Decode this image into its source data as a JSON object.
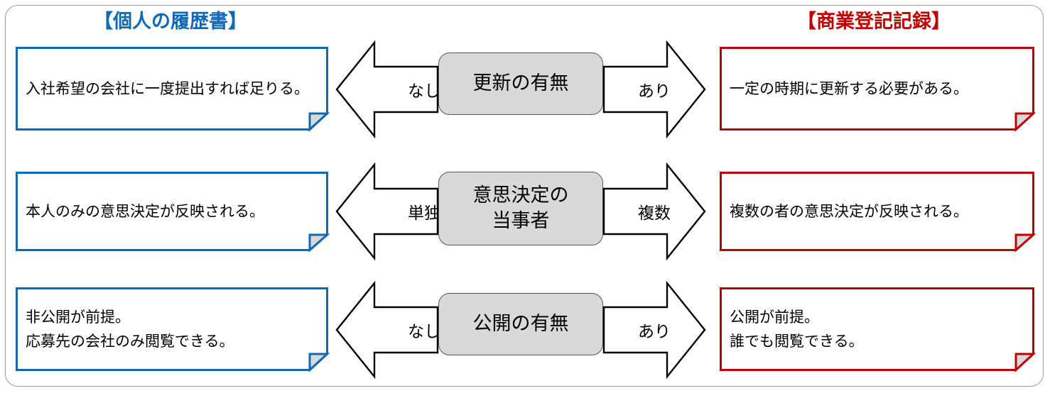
{
  "diagram": {
    "title_left": "【個人の履歴書】",
    "title_right": "【商業登記記録】",
    "colors": {
      "left_accent": "#1069b4",
      "right_accent": "#c00000",
      "center_fill": "#d9d9d9",
      "center_border": "#575757",
      "frame_border": "#9a9a9a",
      "fold_fill": "#d9d9d9"
    },
    "rows": [
      {
        "criterion": "更新の有無",
        "left_label": "なし",
        "right_label": "あり",
        "left_text": "入社希望の会社に一度提出すれば足りる。",
        "right_text": "一定の時期に更新する必要がある。"
      },
      {
        "criterion": "意思決定の\n当事者",
        "left_label": "単独",
        "right_label": "複数",
        "left_text": "本人のみの意思決定が反映される。",
        "right_text": "複数の者の意思決定が反映される。"
      },
      {
        "criterion": "公開の有無",
        "left_label": "なし",
        "right_label": "あり",
        "left_text": "非公開が前提。\n応募先の会社のみ閲覧できる。",
        "right_text": "公開が前提。\n誰でも閲覧できる。"
      }
    ]
  }
}
